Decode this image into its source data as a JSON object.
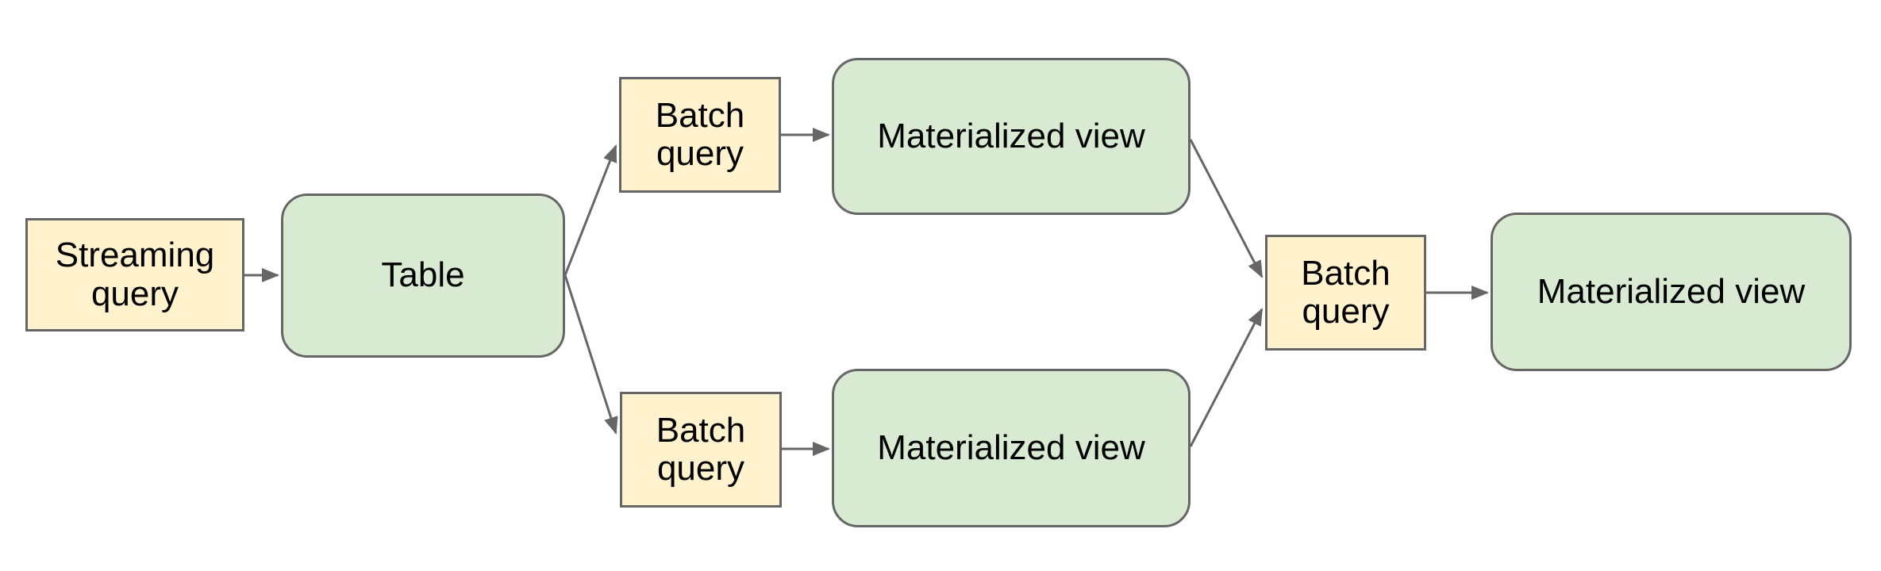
{
  "diagram": {
    "colors": {
      "query_fill": "#fff2cc",
      "view_fill": "#d9ead3",
      "border": "#666666",
      "arrow": "#666666",
      "text": "#000000",
      "background": "#ffffff"
    },
    "nodes": [
      {
        "id": "streaming-query",
        "label": "Streaming query",
        "shape": "rectangle",
        "fill": "#fff2cc"
      },
      {
        "id": "table",
        "label": "Table",
        "shape": "rounded-rectangle",
        "fill": "#d9ead3"
      },
      {
        "id": "batch-query-top",
        "label": "Batch query",
        "shape": "rectangle",
        "fill": "#fff2cc"
      },
      {
        "id": "materialized-view-top",
        "label": "Materialized view",
        "shape": "rounded-rectangle",
        "fill": "#d9ead3"
      },
      {
        "id": "batch-query-bottom",
        "label": "Batch query",
        "shape": "rectangle",
        "fill": "#fff2cc"
      },
      {
        "id": "materialized-view-bottom",
        "label": "Materialized view",
        "shape": "rounded-rectangle",
        "fill": "#d9ead3"
      },
      {
        "id": "batch-query-right",
        "label": "Batch query",
        "shape": "rectangle",
        "fill": "#fff2cc"
      },
      {
        "id": "materialized-view-right",
        "label": "Materialized view",
        "shape": "rounded-rectangle",
        "fill": "#d9ead3"
      }
    ],
    "edges": [
      {
        "from": "streaming-query",
        "to": "table"
      },
      {
        "from": "table",
        "to": "batch-query-top"
      },
      {
        "from": "table",
        "to": "batch-query-bottom"
      },
      {
        "from": "batch-query-top",
        "to": "materialized-view-top"
      },
      {
        "from": "batch-query-bottom",
        "to": "materialized-view-bottom"
      },
      {
        "from": "materialized-view-top",
        "to": "batch-query-right"
      },
      {
        "from": "materialized-view-bottom",
        "to": "batch-query-right"
      },
      {
        "from": "batch-query-right",
        "to": "materialized-view-right"
      }
    ]
  }
}
